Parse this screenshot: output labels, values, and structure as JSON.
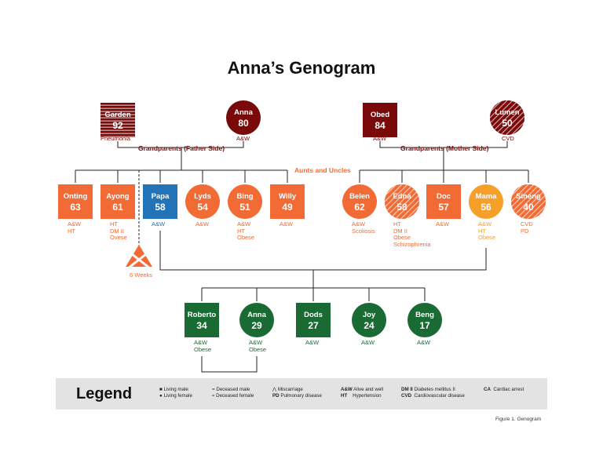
{
  "title": "Anna’s Genogram",
  "caption": "Figure 1. Genogram",
  "labels": {
    "grandparents_father": "Grandparents (Father Side)",
    "grandparents_mother": "Grandparents (Mother Side)",
    "aunts_uncles": "Aunts and Uncles",
    "miscarriage": "6 Weeks"
  },
  "colors": {
    "grandparent": "#7a0a0a",
    "parent_gen": "#f26b35",
    "father": "#2273b8",
    "mother": "#f6a02a",
    "children": "#1a6a33",
    "label_red": "#7a0a0a",
    "label_orange": "#f26b35",
    "line": "#222222"
  },
  "people": {
    "garden": {
      "name": "Garden",
      "age": "92",
      "notes": [
        "Pneumonia"
      ]
    },
    "anna_gm": {
      "name": "Anna",
      "age": "80",
      "notes": [
        "A&W"
      ]
    },
    "obed": {
      "name": "Obed",
      "age": "84",
      "notes": [
        "A&W"
      ]
    },
    "lumen": {
      "name": "Lumen",
      "age": "50",
      "notes": [
        "CVD"
      ]
    },
    "onting": {
      "name": "Onting",
      "age": "63",
      "notes": [
        "A&W",
        "HT"
      ]
    },
    "ayong": {
      "name": "Ayong",
      "age": "61",
      "notes": [
        "HT",
        "DM II",
        "Ovese"
      ]
    },
    "papa": {
      "name": "Papa",
      "age": "58",
      "notes": [
        "A&W"
      ]
    },
    "lyds": {
      "name": "Lyds",
      "age": "54",
      "notes": [
        "A&W"
      ]
    },
    "bing": {
      "name": "Bing",
      "age": "51",
      "notes": [
        "A&W",
        "HT",
        "Obese"
      ]
    },
    "willy": {
      "name": "Willy",
      "age": "49",
      "notes": [
        "A&W"
      ]
    },
    "belen": {
      "name": "Belen",
      "age": "62",
      "notes": [
        "A&W",
        "Scoliosis"
      ]
    },
    "edna": {
      "name": "Edna",
      "age": "58",
      "notes": [
        "HT",
        "DM II",
        "Obese",
        "Schizophrenia"
      ]
    },
    "doc": {
      "name": "Doc",
      "age": "57",
      "notes": [
        "A&W"
      ]
    },
    "mama": {
      "name": "Mama",
      "age": "56",
      "notes": [
        "A&W",
        "HT",
        "Obese"
      ]
    },
    "sineng": {
      "name": "Sineng",
      "age": "40",
      "notes": [
        "CVD",
        "PD"
      ]
    },
    "roberto": {
      "name": "Roberto",
      "age": "34",
      "notes": [
        "A&W",
        "Obese"
      ]
    },
    "anna": {
      "name": "Anna",
      "age": "29",
      "notes": [
        "A&W",
        "Obese"
      ]
    },
    "dods": {
      "name": "Dods",
      "age": "27",
      "notes": [
        "A&W"
      ]
    },
    "joy": {
      "name": "Joy",
      "age": "24",
      "notes": [
        "A&W"
      ]
    },
    "beng": {
      "name": "Beng",
      "age": "17",
      "notes": [
        "A&W"
      ]
    }
  },
  "legend": {
    "title": "Legend",
    "living_male": "Living male",
    "living_female": "Living female",
    "deceased_male": "Deceased male",
    "deceased_female": "Deceased female",
    "miscarriage": "Miscarriage",
    "pd_abbr": "PD",
    "pd": "Pulmonary disease",
    "aw_abbr": "A&W",
    "aw": "Alive and well",
    "ht_abbr": "HT",
    "ht": "Hypertension",
    "dm_abbr": "DM II",
    "dm": "Diabetes mellitus II",
    "cvd_abbr": "CVD",
    "cvd": "Cardiovascular disease",
    "ca_abbr": "CA",
    "ca": "Cardiac arrest"
  }
}
